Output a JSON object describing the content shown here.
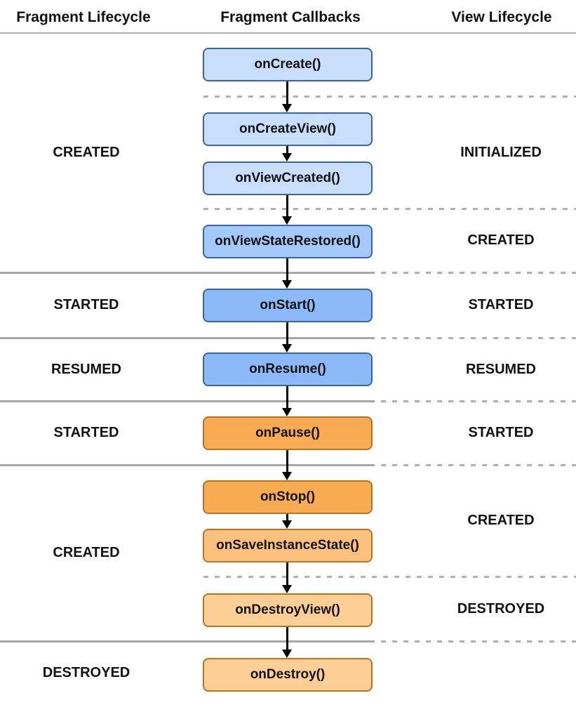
{
  "header": {
    "fragment_lifecycle": "Fragment Lifecycle",
    "fragment_callbacks": "Fragment Callbacks",
    "view_lifecycle": "View Lifecycle"
  },
  "callbacks": [
    {
      "label": "onCreate()",
      "fill": "#C9DEFB",
      "border": "#3A64A0"
    },
    {
      "label": "onCreateView()",
      "fill": "#C9DEFB",
      "border": "#3A64A0"
    },
    {
      "label": "onViewCreated()",
      "fill": "#C9DEFB",
      "border": "#3A64A0"
    },
    {
      "label": "onViewStateRestored()",
      "fill": "#A3C8F9",
      "border": "#3A64A0"
    },
    {
      "label": "onStart()",
      "fill": "#8CBAF8",
      "border": "#3A64A0"
    },
    {
      "label": "onResume()",
      "fill": "#8CBAF8",
      "border": "#3A64A0"
    },
    {
      "label": "onPause()",
      "fill": "#F9AB52",
      "border": "#B9721F"
    },
    {
      "label": "onStop()",
      "fill": "#F9AB52",
      "border": "#B9721F"
    },
    {
      "label": "onSaveInstanceState()",
      "fill": "#FBC17D",
      "border": "#B9721F"
    },
    {
      "label": "onDestroyView()",
      "fill": "#FDCF97",
      "border": "#B9721F"
    },
    {
      "label": "onDestroy()",
      "fill": "#FDCF97",
      "border": "#B9721F"
    }
  ],
  "fragment_states": [
    "CREATED",
    "STARTED",
    "RESUMED",
    "STARTED",
    "CREATED",
    "DESTROYED"
  ],
  "view_states": [
    "INITIALIZED",
    "CREATED",
    "STARTED",
    "RESUMED",
    "STARTED",
    "CREATED",
    "DESTROYED"
  ],
  "line_colors": {
    "solid_divider": "#a6a6a6",
    "dashed_divider": "#b0b0b0",
    "header_rule": "#b3b3b3",
    "arrow": "#000000"
  }
}
